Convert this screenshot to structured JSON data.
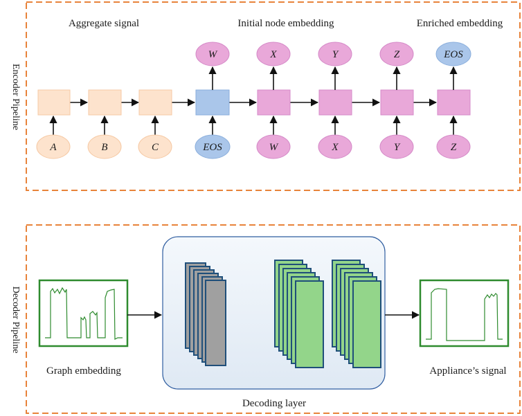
{
  "encoder": {
    "side_label": "Encoder Pipeline",
    "labels": {
      "aggregate": "Aggregate signal",
      "initial": "Initial node embedding",
      "enriched": "Enriched embedding"
    },
    "inputs": [
      "A",
      "B",
      "C",
      "EOS",
      "W",
      "X",
      "Y",
      "Z"
    ],
    "outputs": [
      "W",
      "X",
      "Y",
      "Z",
      "EOS"
    ]
  },
  "decoder": {
    "side_label": "Decoder Pipeline",
    "labels": {
      "graph": "Graph embedding",
      "decoding": "Decoding layer",
      "appliance": "Appliance’s signal"
    }
  },
  "colors": {
    "border_dash": "#e8833a",
    "peach_fill": "#fde3cd",
    "peach_stroke": "#f6c9a4",
    "blue_fill": "#aac6ea",
    "blue_stroke": "#8aaedc",
    "pink_fill": "#e9a8d9",
    "pink_stroke": "#d58ac8",
    "green_line": "#2e8b2e",
    "green_fill": "#93d58a",
    "gray_fill": "#a0a0a0",
    "panel_stroke": "#2f5da0",
    "dark_blue_stroke": "#1f4f7a"
  }
}
